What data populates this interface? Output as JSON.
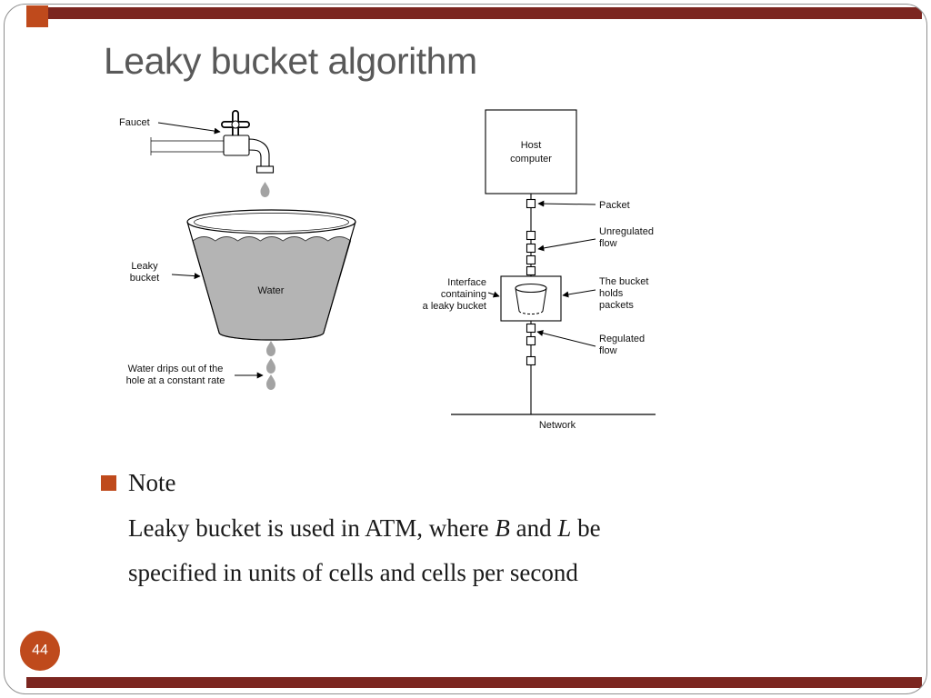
{
  "slide": {
    "title": "Leaky bucket algorithm",
    "page_number": "44",
    "colors": {
      "bar": "#7b2620",
      "accent": "#bf4a1c",
      "title": "#595959"
    }
  },
  "left_diagram": {
    "faucet_label": "Faucet",
    "bucket_label": [
      "Leaky",
      "bucket"
    ],
    "water_label": "Water",
    "drip_label": [
      "Water drips out of the",
      "hole at a constant rate"
    ]
  },
  "right_diagram": {
    "host_label": [
      "Host",
      "computer"
    ],
    "packet_label": "Packet",
    "unregulated_label": [
      "Unregulated",
      "flow"
    ],
    "interface_label": [
      "Interface",
      "containing",
      "a leaky bucket"
    ],
    "bucket_holds_label": [
      "The bucket",
      "holds",
      "packets"
    ],
    "regulated_label": [
      "Regulated",
      "flow"
    ],
    "network_label": "Network"
  },
  "note": {
    "heading": "Note",
    "line1_parts": [
      "Leaky bucket is used in ATM, where ",
      "B",
      " and ",
      "L",
      " be"
    ],
    "line2": "specified in units of cells and cells per second"
  }
}
